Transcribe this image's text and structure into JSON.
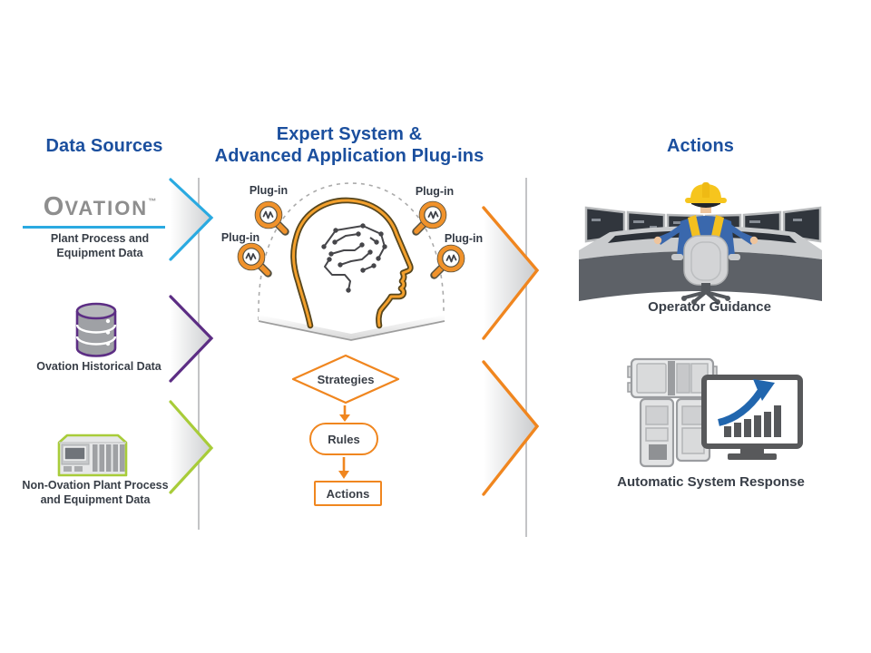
{
  "colors": {
    "heading_blue": "#1B4F9E",
    "orange": "#F0861F",
    "cyan": "#2AAAE1",
    "purple": "#5C2D84",
    "lime_green": "#A8CC39",
    "logo_gray": "#8E8E8E",
    "text_dark": "#383E47"
  },
  "icons": {
    "ovation_logo": "ovation-wordmark",
    "historical": "database-icon",
    "non_ovation": "plc-controller-icon",
    "plugin": "magnifier-waveform-icon",
    "expert_system": "head-circuit-brain-icon",
    "operator": "control-room-console-operator-icon",
    "automatic": "machinery-and-monitor-chart-icon"
  },
  "left": {
    "heading": "Data Sources",
    "ovation": {
      "logo_first": "O",
      "logo_rest": "VATION",
      "tm": "™",
      "caption": "Plant Process and\nEquipment Data"
    },
    "historical": {
      "caption": "Ovation Historical Data"
    },
    "non_ovation": {
      "caption": "Non-Ovation Plant Process\nand Equipment Data"
    }
  },
  "center": {
    "heading": "Expert System &\nAdvanced Application Plug-ins",
    "plugin_labels": [
      "Plug-in",
      "Plug-in",
      "Plug-in",
      "Plug-in"
    ],
    "flow": {
      "strategies": "Strategies",
      "rules": "Rules",
      "actions": "Actions"
    }
  },
  "right": {
    "heading": "Actions",
    "captions": {
      "operator": "Operator Guidance",
      "automatic": "Automatic System Response"
    }
  }
}
